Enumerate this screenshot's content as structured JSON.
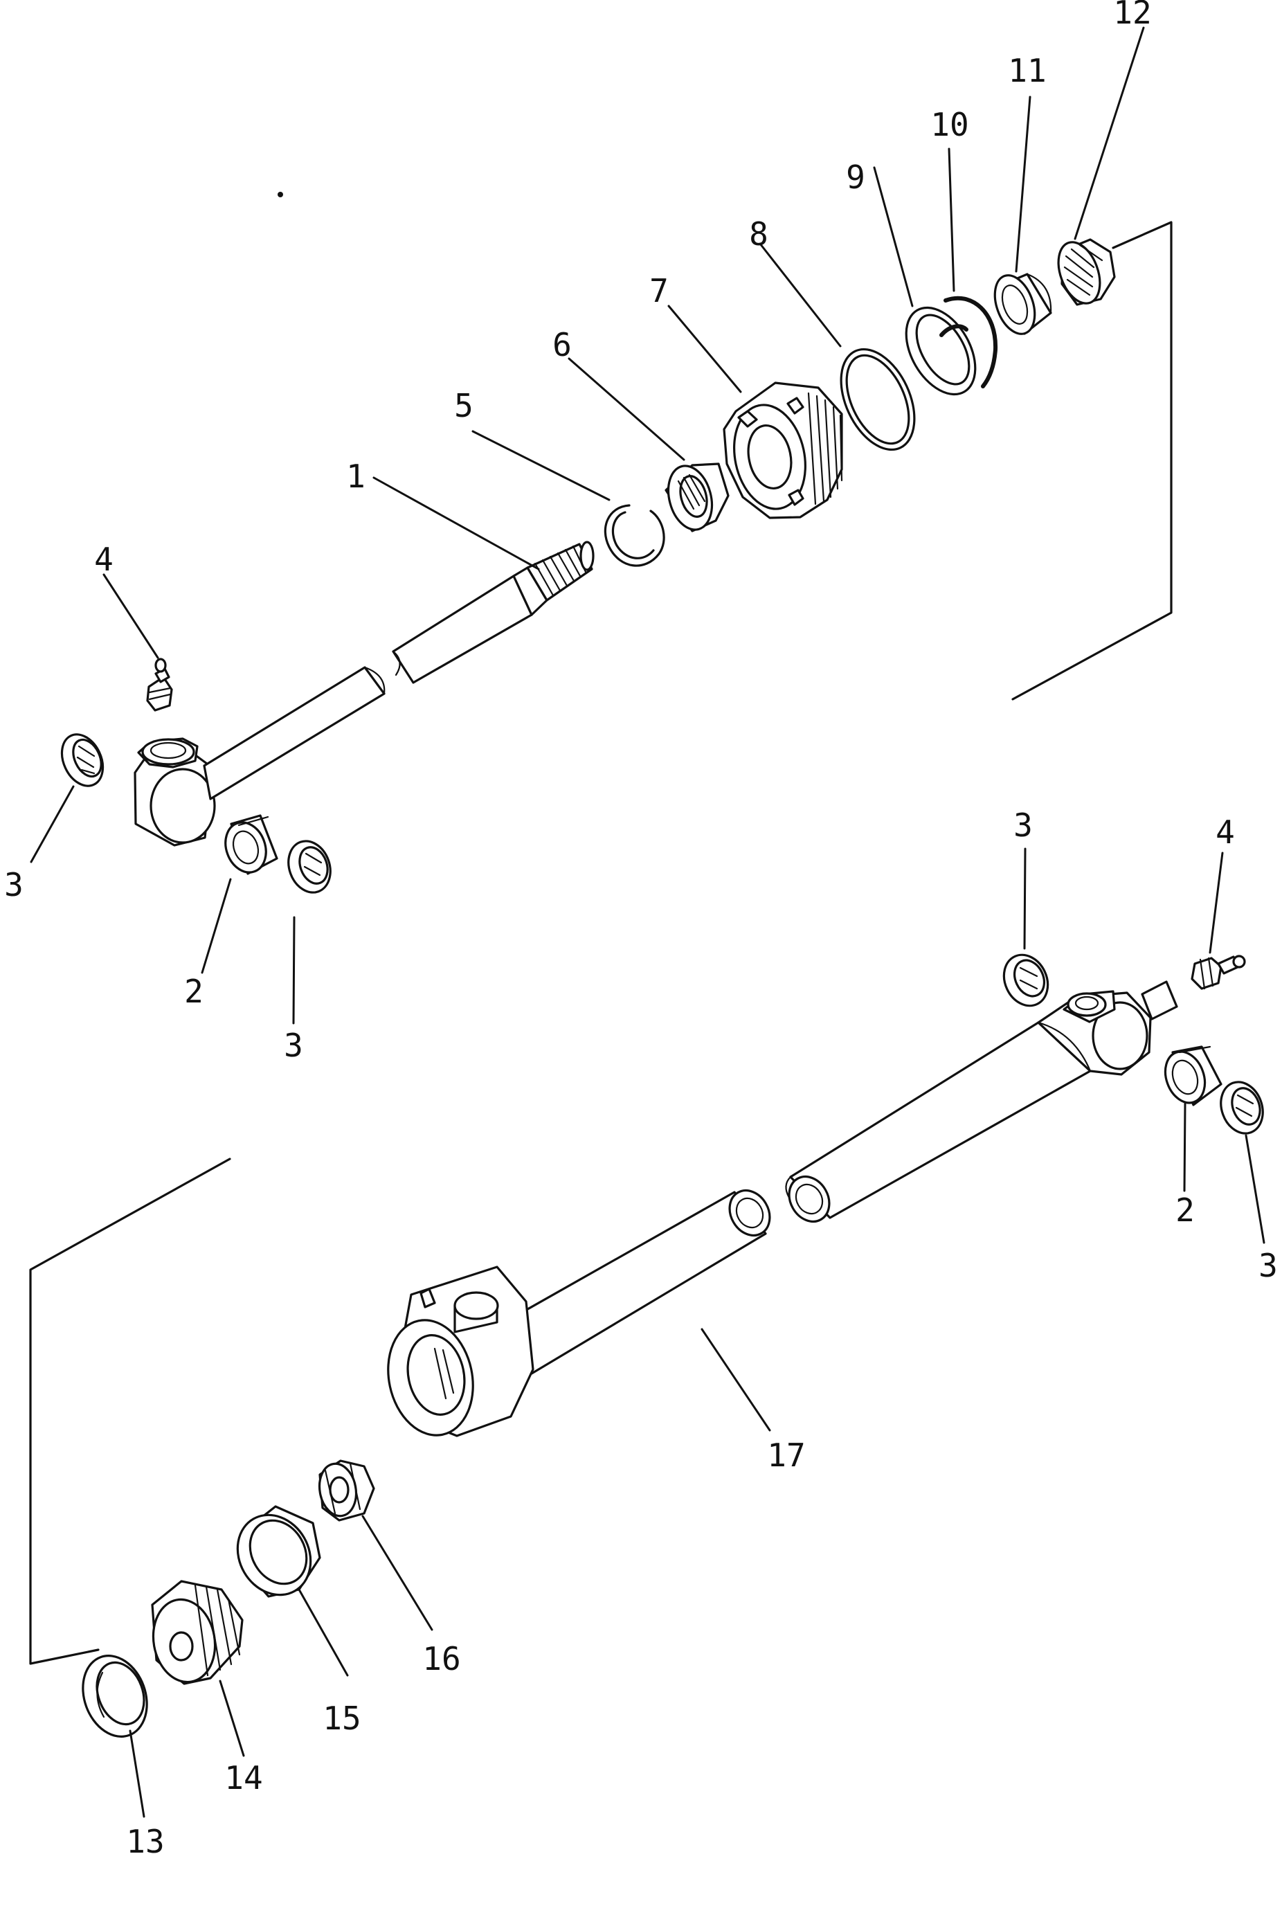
{
  "callouts": [
    {
      "id": "c1",
      "text": "1"
    },
    {
      "id": "c2a",
      "text": "2"
    },
    {
      "id": "c2b",
      "text": "2"
    },
    {
      "id": "c3a",
      "text": "3"
    },
    {
      "id": "c3b",
      "text": "3"
    },
    {
      "id": "c3c",
      "text": "3"
    },
    {
      "id": "c3d",
      "text": "3"
    },
    {
      "id": "c4a",
      "text": "4"
    },
    {
      "id": "c4b",
      "text": "4"
    },
    {
      "id": "c5",
      "text": "5"
    },
    {
      "id": "c6",
      "text": "6"
    },
    {
      "id": "c7",
      "text": "7"
    },
    {
      "id": "c8",
      "text": "8"
    },
    {
      "id": "c9",
      "text": "9"
    },
    {
      "id": "c10",
      "text": "10"
    },
    {
      "id": "c11",
      "text": "11"
    },
    {
      "id": "c12",
      "text": "12"
    },
    {
      "id": "c13",
      "text": "13"
    },
    {
      "id": "c14",
      "text": "14"
    },
    {
      "id": "c15",
      "text": "15"
    },
    {
      "id": "c16",
      "text": "16"
    },
    {
      "id": "c17",
      "text": "17"
    }
  ],
  "colors": {
    "ink": "#111111",
    "paper": "#ffffff"
  }
}
